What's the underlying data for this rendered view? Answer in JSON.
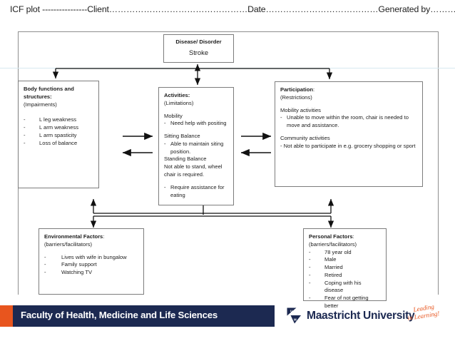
{
  "header": {
    "text": "ICF plot ----------------Client…………………………………………Date…………………………………Generated by……………………………"
  },
  "colors": {
    "navy": "#1c2951",
    "orange": "#e8551e",
    "frame_gray": "#8e8e8e",
    "box_border": "#7d7d7d",
    "blue_rule": "#d7e8ef"
  },
  "diagram": {
    "type": "icf-model",
    "boxes": {
      "disease": {
        "title": "Disease/ Disorder",
        "value": "Stroke"
      },
      "body_functions": {
        "title": "Body functions and structures",
        "title_line1": "Body functions and",
        "title_line2": "structures:",
        "subtitle": "(Impairments)",
        "items": [
          "L leg weakness",
          "L arm weakness",
          "L arm spasticity",
          "Loss of balance"
        ]
      },
      "activities": {
        "title": "Activities:",
        "subtitle": "(Limitations)",
        "groups": [
          {
            "heading": "Mobility",
            "lines": [
              {
                "dash": "-",
                "text": "Need help with positing"
              }
            ]
          },
          {
            "heading": "Sitting Balance",
            "lines": [
              {
                "dash": "-",
                "text": "Able to maintain siting position."
              }
            ]
          },
          {
            "heading": "Standing Balance",
            "lines": [
              {
                "dash": "-",
                "text": "Not able to stand, wheel chair is required."
              }
            ]
          },
          {
            "heading": "",
            "lines": [
              {
                "dash": "-",
                "text": "Require assistance for eating"
              }
            ]
          }
        ]
      },
      "participation": {
        "title": "Participation",
        "title_suffix": ":",
        "subtitle": "(Restrictions)",
        "groups": [
          {
            "heading": "Mobility activities",
            "lines": [
              {
                "dash": "-",
                "text": "Unable to move within the room, chair is needed to move and assistance."
              }
            ]
          },
          {
            "heading": "Community activities",
            "lines": [
              {
                "dash": "",
                "text": "- Not able to participate in e.g. grocery shopping or sport"
              }
            ]
          }
        ]
      },
      "environmental": {
        "title": "Environmental Factors",
        "title_suffix": ":",
        "subtitle": "(barriers/facilitators)",
        "items": [
          "Lives with wife in bungalow",
          "Family support",
          "Watching TV"
        ]
      },
      "personal": {
        "title": "Personal Factors",
        "title_suffix": ":",
        "subtitle": "(barriers/facilitators)",
        "items": [
          "78 year old",
          "Male",
          "Married",
          "Retired",
          "Coping with his disease",
          "Fear of not getting better"
        ]
      }
    }
  },
  "footer": {
    "faculty": "Faculty of Health, Medicine and Life Sciences",
    "university": "Maastricht University",
    "logo_letters": {
      "top": "U",
      "bottom": "M"
    },
    "tagline_line1": "Leading",
    "tagline_line2": "in Learning!"
  }
}
